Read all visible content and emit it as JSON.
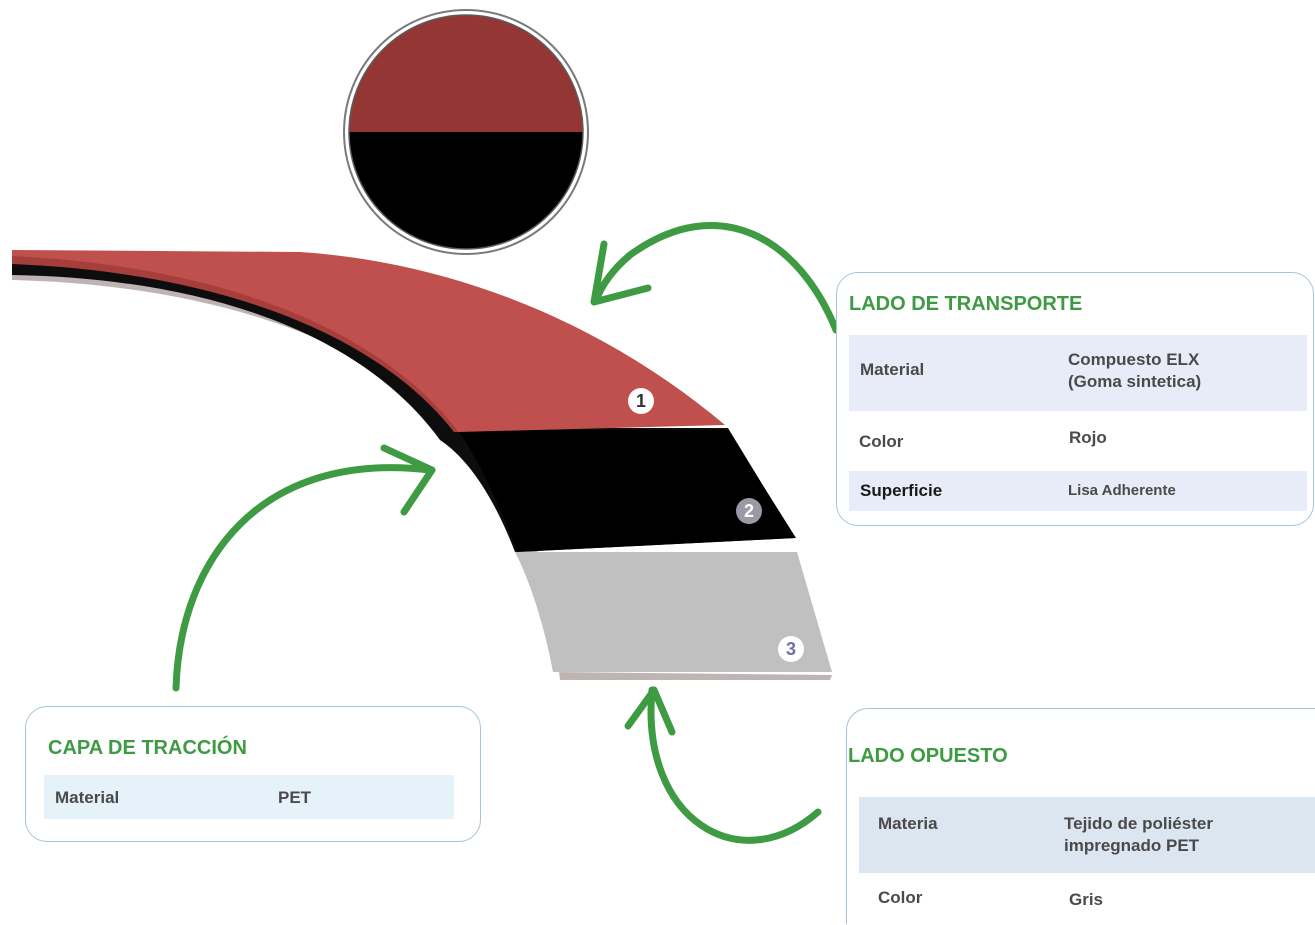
{
  "colors": {
    "accent_green": "#3e9a43",
    "belt_top_red": "#c0504d",
    "belt_middle_black": "#000000",
    "belt_bottom_gray": "#c0c0c0",
    "swatch_top": "#943634",
    "swatch_bottom": "#000000"
  },
  "layers": [
    {
      "number": "1"
    },
    {
      "number": "2"
    },
    {
      "number": "3"
    }
  ],
  "transport_side": {
    "title": "LADO DE TRANSPORTE",
    "rows": [
      {
        "label": "Material",
        "value_line1": "Compuesto ELX",
        "value_line2": "(Goma sintetica)"
      },
      {
        "label": "Color",
        "value_line1": "Rojo"
      },
      {
        "label": "Superficie",
        "value_line1": "Lisa Adherente"
      }
    ]
  },
  "traction_layer": {
    "title": "CAPA DE TRACCIÓN",
    "rows": [
      {
        "label": "Material",
        "value_line1": "PET"
      }
    ]
  },
  "opposite_side": {
    "title": "LADO OPUESTO",
    "rows": [
      {
        "label": "Materia",
        "value_line1": "Tejido de poliéster",
        "value_line2": "impregnado PET"
      },
      {
        "label": "Color",
        "value_line1": "Gris"
      }
    ]
  }
}
